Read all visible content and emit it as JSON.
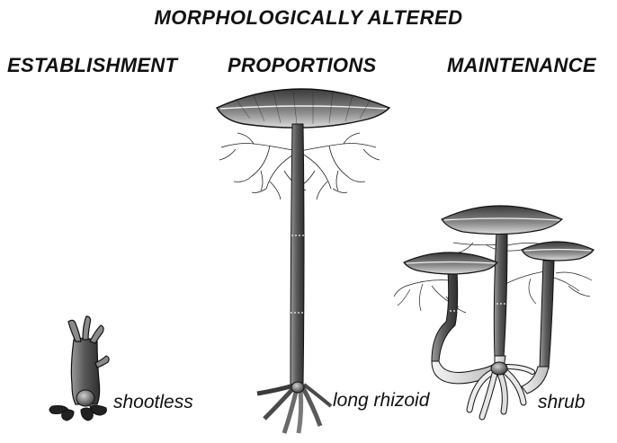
{
  "header": {
    "title": "MORPHOLOGICALLY ALTERED",
    "categories": {
      "left": "ESTABLISHMENT",
      "middle": "PROPORTIONS",
      "right": "MAINTENANCE"
    }
  },
  "specimens": [
    {
      "id": "shootless",
      "label": "shootless"
    },
    {
      "id": "long-rhizoid",
      "label": "long rhizoid"
    },
    {
      "id": "shrub",
      "label": "shrub"
    }
  ],
  "colors": {
    "ink": "#111111",
    "stalk": "#5a5a5a",
    "cap_dark": "#4a4a4a",
    "cap_light": "#d8d8d8",
    "rhizoid_pale": "#e2e2e2"
  }
}
